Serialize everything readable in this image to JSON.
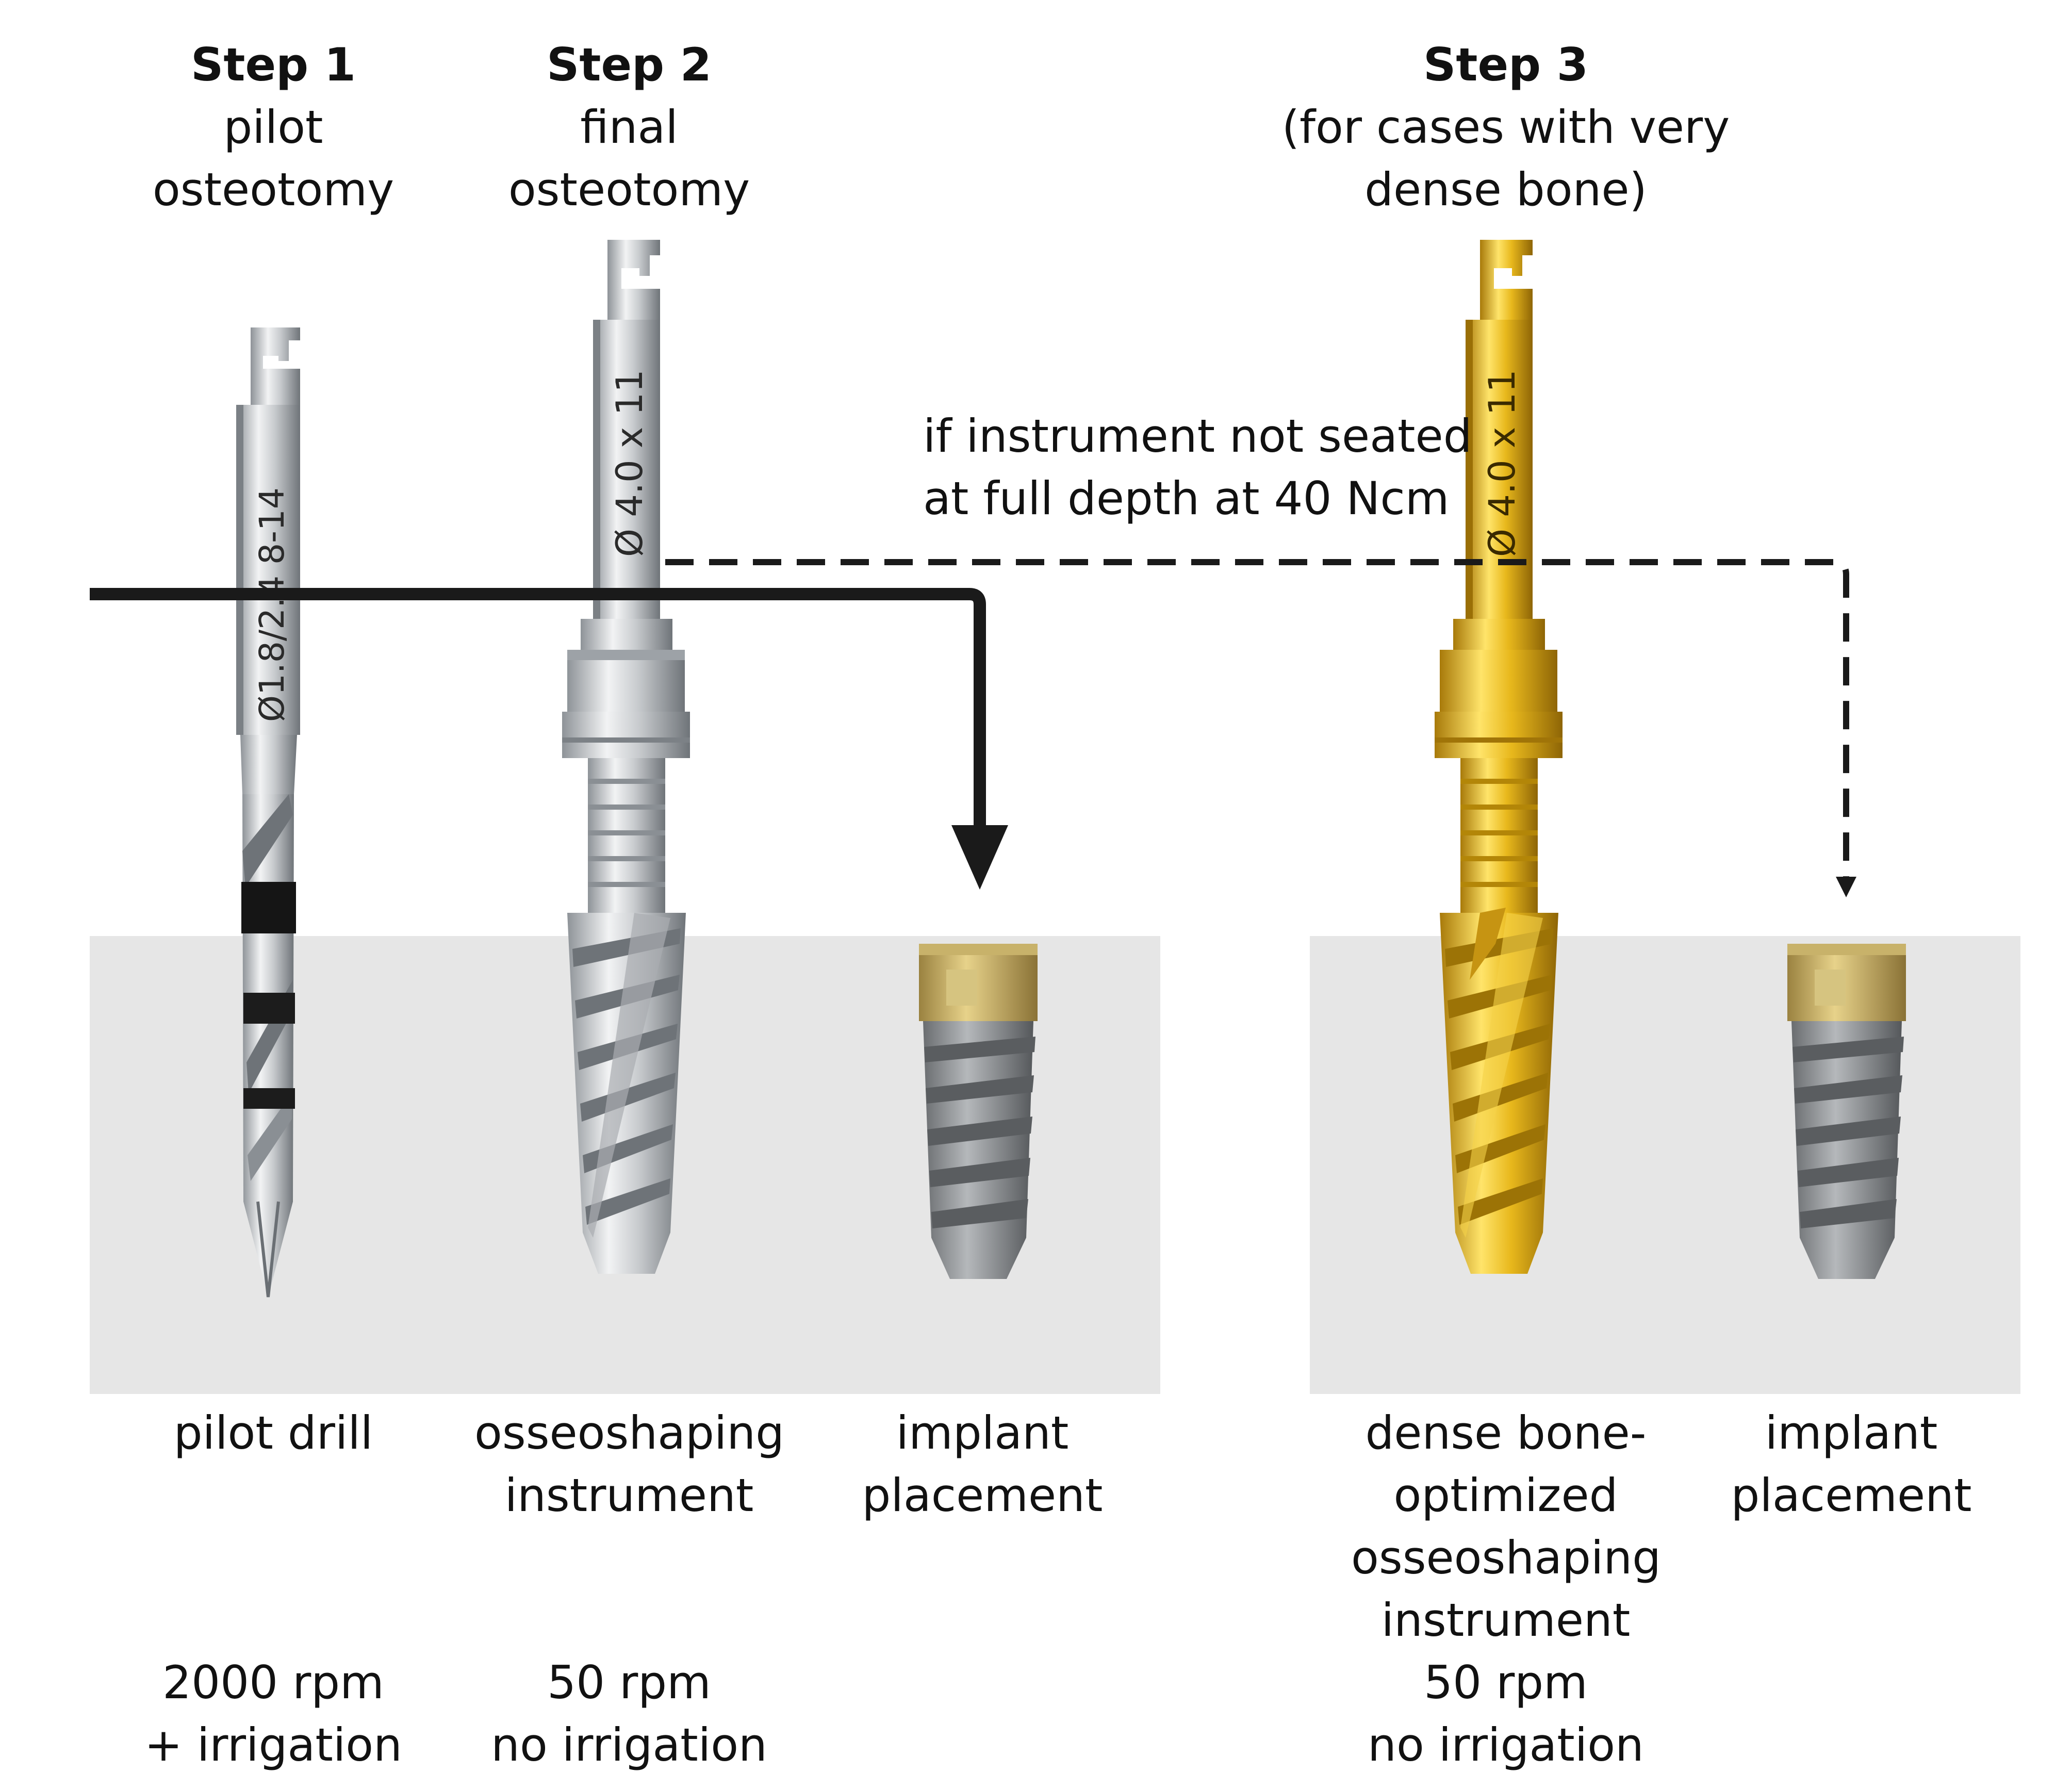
{
  "steps": [
    {
      "title": "Step 1",
      "line1": "pilot",
      "line2": "osteotomy"
    },
    {
      "title": "Step 2",
      "line1": "final",
      "line2": "osteotomy"
    },
    {
      "title": "Step 3",
      "line1": "(for cases with very",
      "line2": "dense bone)"
    }
  ],
  "instruments": {
    "pilot_drill": {
      "marking": "Ø1.8/2.4 8-14",
      "label_line1": "pilot drill",
      "label_line2": "",
      "color": "#c9ccd0"
    },
    "osseoshaping": {
      "marking": "Ø 4.0 x 11",
      "label_line1": "osseoshaping",
      "label_line2": "instrument",
      "color": "#c9ccd0"
    },
    "implant_1": {
      "label_line1": "implant",
      "label_line2": "placement"
    },
    "dense_osseoshaping": {
      "marking": "Ø 4.0 x 11",
      "label_lines": [
        "dense bone-",
        "optimized",
        "osseoshaping",
        "instrument"
      ],
      "color": "#e2b420"
    },
    "implant_2": {
      "label_line1": "implant",
      "label_line2": "placement"
    }
  },
  "settings": {
    "pilot": {
      "line1": "2000 rpm",
      "line2": "+ irrigation"
    },
    "osseo": {
      "line1": "50 rpm",
      "line2": "no irrigation"
    },
    "dense": {
      "line1": "50 rpm",
      "line2": "no irrigation"
    }
  },
  "condition_note": {
    "line1": "if instrument not seated",
    "line2": "at full depth at 40 Ncm"
  },
  "colors": {
    "bone": "#e6e6e6",
    "steel": "#c9ccd0",
    "gold": "#e2b420",
    "arrow": "#1a1a1a",
    "implant_grey": "#8a8c8e"
  }
}
